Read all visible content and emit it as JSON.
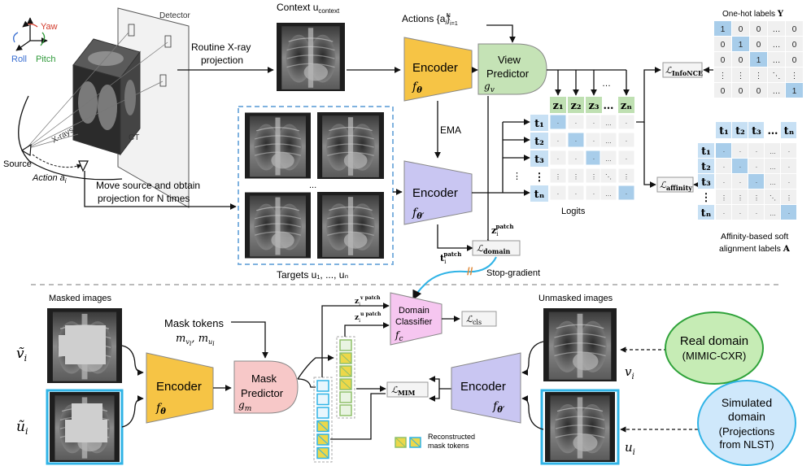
{
  "top": {
    "axes": {
      "yaw": "Yaw",
      "roll": "Roll",
      "pitch": "Pitch"
    },
    "detector_label": "Detector",
    "ct_label": "CT",
    "xrays_label": "X-rays",
    "source_label": "Source",
    "action_label": "Action a",
    "action_sub": "i",
    "routine_label_line1": "Routine X-ray",
    "routine_label_line2": "projection",
    "move_label_line1": "Move source and obtain",
    "move_label_line2": "projection for N times",
    "context_label": "Context u",
    "context_sub": "context",
    "targets_label": "Targets u₁, ..., uₙ",
    "targets_ellipsis": "...",
    "actions_label": "Actions {a",
    "actions_label_tail": "}",
    "actions_sub": "i",
    "actions_range": "i=1",
    "actions_super": "N",
    "encoder_label": "Encoder",
    "encoder_f": "f",
    "encoder_sub": "θ",
    "target_encoder_sub": "θ′",
    "predictor_line1": "View",
    "predictor_line2": "Predictor",
    "predictor_g": "g",
    "predictor_sub": "v",
    "ema_label": "EMA",
    "z_labels": [
      "z₁",
      "z₂",
      "z₃",
      "…",
      "zₙ"
    ],
    "t_labels": [
      "t₁",
      "t₂",
      "t₃",
      "⋮",
      "tₙ"
    ],
    "logits_label": "Logits",
    "loss_infonce": "ℒ",
    "loss_infonce_sub": "InfoNCE",
    "loss_affinity": "ℒ",
    "loss_affinity_sub": "affinity",
    "loss_domain": "ℒ",
    "loss_domain_sub": "domain",
    "z_patch_label": "z",
    "z_patch_sub": "i",
    "z_patch_sup": "patch",
    "t_patch_label": "t",
    "t_patch_sub": "i",
    "t_patch_sup": "patch",
    "stop_gradient_label": "Stop-gradient",
    "onehot_title": "One-hot labels ",
    "onehot_symbol": "Y",
    "onehot_matrix": [
      [
        "1",
        "0",
        "0",
        "…",
        "0"
      ],
      [
        "0",
        "1",
        "0",
        "…",
        "0"
      ],
      [
        "0",
        "0",
        "1",
        "…",
        "0"
      ],
      [
        "⋮",
        "⋮",
        "⋮",
        "⋱",
        "⋮"
      ],
      [
        "0",
        "0",
        "0",
        "…",
        "1"
      ]
    ],
    "affinity_col_labels": [
      "t₁",
      "t₂",
      "t₃",
      "…",
      "tₙ"
    ],
    "affinity_row_labels": [
      "t₁",
      "t₂",
      "t₃",
      "⋮",
      "tₙ"
    ],
    "affinity_caption_line1": "Affinity-based soft",
    "affinity_caption_line2": "alignment labels ",
    "affinity_symbol": "A"
  },
  "bottom": {
    "masked_images_label": "Masked images",
    "unmasked_images_label": "Unmasked images",
    "v_tilde_label": "ṽ",
    "u_tilde_label": "ũ",
    "v_label": "v",
    "u_label": "u",
    "i_sub": "i",
    "mask_tokens_label": "Mask tokens",
    "mask_tokens_vars": "m",
    "mask_tokens_v": "v",
    "mask_tokens_u": "u",
    "encoder_label": "Encoder",
    "encoder_f": "f",
    "encoder_sub": "θ",
    "target_encoder_sub": "θ′",
    "predictor_line1": "Mask",
    "predictor_line2": "Predictor",
    "predictor_g": "g",
    "predictor_sub": "m",
    "classifier_line1": "Domain",
    "classifier_line2": "Classifier",
    "classifier_f": "f",
    "classifier_sub": "c",
    "loss_cls": "ℒ",
    "loss_cls_sub": "cls",
    "loss_mim": "ℒ",
    "loss_mim_sub": "MIM",
    "zv_label": "z",
    "zv_sup": "v patch",
    "zu_label": "z",
    "zu_sup": "u patch",
    "reconstructed_line1": "Reconstructed",
    "reconstructed_line2": "mask tokens",
    "real_domain_line1": "Real domain",
    "real_domain_line2": "(MIMIC-CXR)",
    "sim_domain_line1": "Simulated",
    "sim_domain_line2": "domain",
    "sim_domain_line3": "(Projections",
    "sim_domain_line4": "from NLST)"
  },
  "colors": {
    "encoder": "#f6c445",
    "target_encoder": "#c9c6f2",
    "view_predictor": "#c5e3b6",
    "mask_predictor": "#f7c8c8",
    "domain_classifier": "#f6c6f0",
    "real_domain": "#c6ecb5",
    "sim_domain": "#cfe8fb",
    "highlight_blue": "#a8cdea",
    "z_header": "#bfe0b2",
    "t_header": "#c7e0f4",
    "dashed_box": "#7fb2df",
    "cyan": "#2fb3e6",
    "green_token": "#8fc06b",
    "yellow_token": "#ecd84a"
  }
}
